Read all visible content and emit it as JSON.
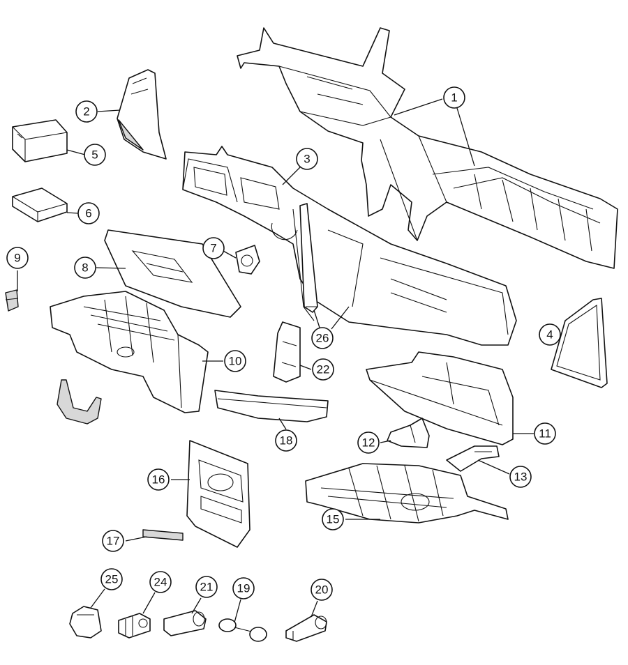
{
  "callouts": {
    "c1": "1",
    "c2": "2",
    "c3": "3",
    "c4": "4",
    "c5": "5",
    "c6": "6",
    "c7": "7",
    "c8": "8",
    "c9": "9",
    "c10": "10",
    "c11": "11",
    "c12": "12",
    "c13": "13",
    "c15": "15",
    "c16": "16",
    "c17": "17",
    "c18": "18",
    "c19": "19",
    "c20": "20",
    "c21": "21",
    "c22": "22",
    "c24": "24",
    "c25": "25",
    "c26": "26"
  }
}
